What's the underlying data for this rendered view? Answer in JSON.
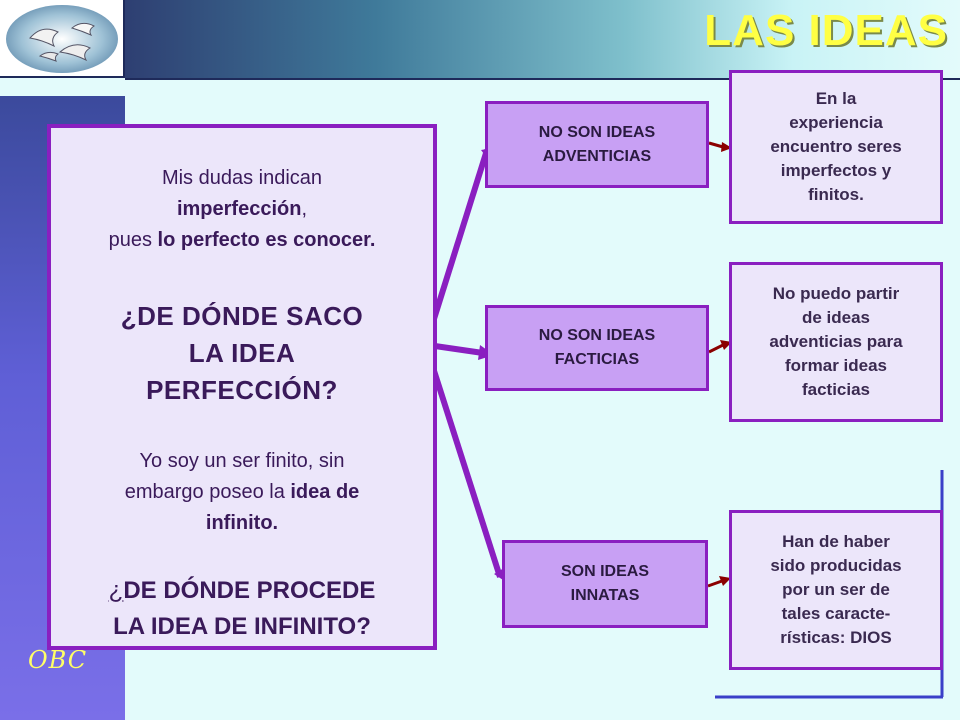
{
  "title": "LAS IDEAS",
  "logo_text": "OBC",
  "main_box": {
    "line1": "Mis dudas indican",
    "line2_bold": "imperfección",
    "line2_rest": ",",
    "line3_a": "pues ",
    "line3_bold": "lo perfecto es conocer.",
    "question1_line1": "¿DE DÓNDE SACO",
    "question1_line2": "LA IDEA",
    "question1_line3": "PERFECCIÓN?",
    "para2_a": "Yo soy un ser finito, sin",
    "para2_b": "embargo poseo la ",
    "para2_bold1": "idea de",
    "para2_bold2": "infinito.",
    "question2_mark": "¿",
    "question2_line1": "DE DÓNDE PROCEDE",
    "question2_line2": "LA IDEA DE INFINITO?"
  },
  "middle_boxes": [
    {
      "line1": "NO SON IDEAS",
      "line2": "ADVENTICIAS"
    },
    {
      "line1": "NO SON IDEAS",
      "line2": "FACTICIAS"
    },
    {
      "line1": "SON IDEAS",
      "line2": "INNATAS"
    }
  ],
  "right_boxes": [
    {
      "lines": [
        "En la",
        "experiencia",
        "encuentro seres",
        "imperfectos y",
        "finitos."
      ]
    },
    {
      "lines": [
        "No puedo partir",
        "de ideas",
        "adventicias para",
        "formar ideas",
        "facticias"
      ]
    },
    {
      "lines": [
        "Han de haber",
        "sido producidas",
        "por un ser de",
        "tales caracte-",
        "rísticas: DIOS"
      ]
    }
  ],
  "colors": {
    "accent_purple": "#8a1fc0",
    "title_yellow": "#ffff44",
    "arrow_darkred": "#8b0000",
    "box_fill_light": "#ece6fa",
    "box_fill_mid": "#c8a0f4"
  }
}
